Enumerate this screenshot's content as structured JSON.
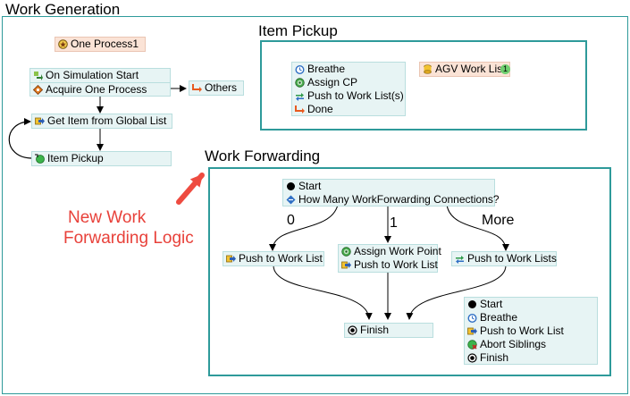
{
  "frames": {
    "work_generation": {
      "title": "Work Generation",
      "border": "#2e9a9a"
    },
    "item_pickup": {
      "title": "Item Pickup",
      "border": "#2e9a9a"
    },
    "work_forwarding": {
      "title": "Work Forwarding",
      "border": "#2e9a9a"
    }
  },
  "nodes": {
    "one_process": {
      "label": "One Process1",
      "fill": "#fbe3d6"
    },
    "sim_start": {
      "rows": [
        "On Simulation Start",
        "Acquire One Process"
      ]
    },
    "others": {
      "label": "Others"
    },
    "get_item": {
      "label": "Get Item from Global List"
    },
    "item_pickup": {
      "label": "Item Pickup"
    },
    "pickup_activities": {
      "rows": [
        "Breathe",
        "Assign CP",
        "Push to Work List(s)",
        "Done"
      ]
    },
    "agv_work_list": {
      "label": "AGV Work List",
      "badge": "1",
      "fill": "#fbe3d6"
    },
    "wf_start": {
      "rows": [
        "Start",
        "How Many WorkForwarding Connections?"
      ]
    },
    "push_left": {
      "label": "Push to Work List"
    },
    "assign_wp": {
      "rows": [
        "Assign Work Point",
        "Push to Work List"
      ]
    },
    "push_lists": {
      "label": "Push to Work Lists"
    },
    "finish": {
      "label": "Finish"
    },
    "sibling_flow": {
      "rows": [
        "Start",
        "Breathe",
        "Push to Work List",
        "Abort Siblings",
        "Finish"
      ]
    }
  },
  "edge_labels": {
    "zero": "0",
    "one": "1",
    "more": "More"
  },
  "annotation": {
    "lines": [
      "New Work",
      "Forwarding Logic"
    ],
    "color": "#e8413a"
  },
  "icons": {
    "trigger": "green-arrow-icon",
    "acquire": "orange-diamond-icon",
    "exit": "red-exit-arrow-icon",
    "push": "yellow-push-arrow-icon",
    "pickup": "green-circle-icon",
    "breathe": "blue-clock-icon",
    "assign": "green-target-icon",
    "cycle": "green-cycle-arrows-icon",
    "start": "black-dot-icon",
    "decide": "blue-branch-icon",
    "finish": "radio-circle-icon",
    "abort": "green-x-circle-icon",
    "list": "yellow-database-icon",
    "process": "star-circle-icon"
  }
}
